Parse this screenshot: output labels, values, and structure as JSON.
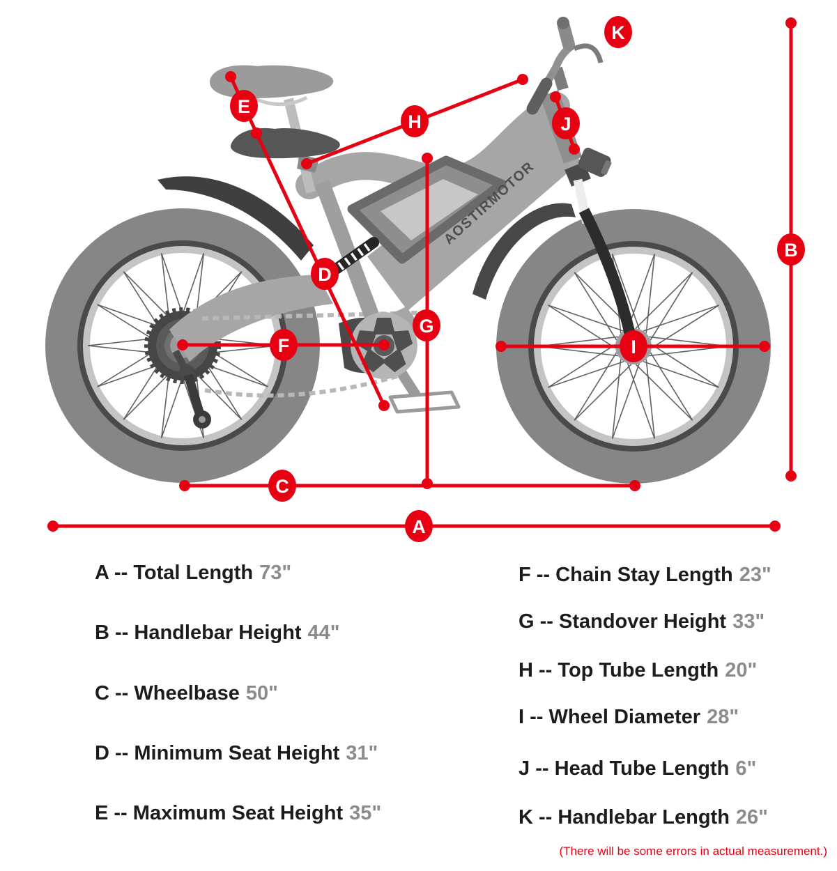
{
  "diagram": {
    "brand": "AOSTIRMOTOR",
    "accent_color": "#e60012",
    "markers": [
      {
        "letter": "A"
      },
      {
        "letter": "B"
      },
      {
        "letter": "C"
      },
      {
        "letter": "D"
      },
      {
        "letter": "E"
      },
      {
        "letter": "F"
      },
      {
        "letter": "G"
      },
      {
        "letter": "H"
      },
      {
        "letter": "I"
      },
      {
        "letter": "J"
      },
      {
        "letter": "K"
      }
    ]
  },
  "legend": {
    "separator": " -- ",
    "left": [
      {
        "letter": "A",
        "label": "Total Length",
        "value": "73\""
      },
      {
        "letter": "B",
        "label": "Handlebar Height",
        "value": "44\""
      },
      {
        "letter": "C",
        "label": "Wheelbase",
        "value": "50\""
      },
      {
        "letter": "D",
        "label": "Minimum Seat Height",
        "value": "31\""
      },
      {
        "letter": "E",
        "label": "Maximum Seat Height",
        "value": "35\""
      }
    ],
    "right": [
      {
        "letter": "F",
        "label": "Chain Stay Length",
        "value": "23\""
      },
      {
        "letter": "G",
        "label": "Standover Height",
        "value": "33\""
      },
      {
        "letter": "H",
        "label": "Top Tube Length",
        "value": "20\""
      },
      {
        "letter": "I",
        "label": "Wheel Diameter",
        "value": "28\""
      },
      {
        "letter": "J",
        "label": "Head Tube Length",
        "value": "6\""
      },
      {
        "letter": "K",
        "label": "Handlebar Length",
        "value": "26\""
      }
    ],
    "note": "(There will be some errors in actual measurement.)"
  }
}
